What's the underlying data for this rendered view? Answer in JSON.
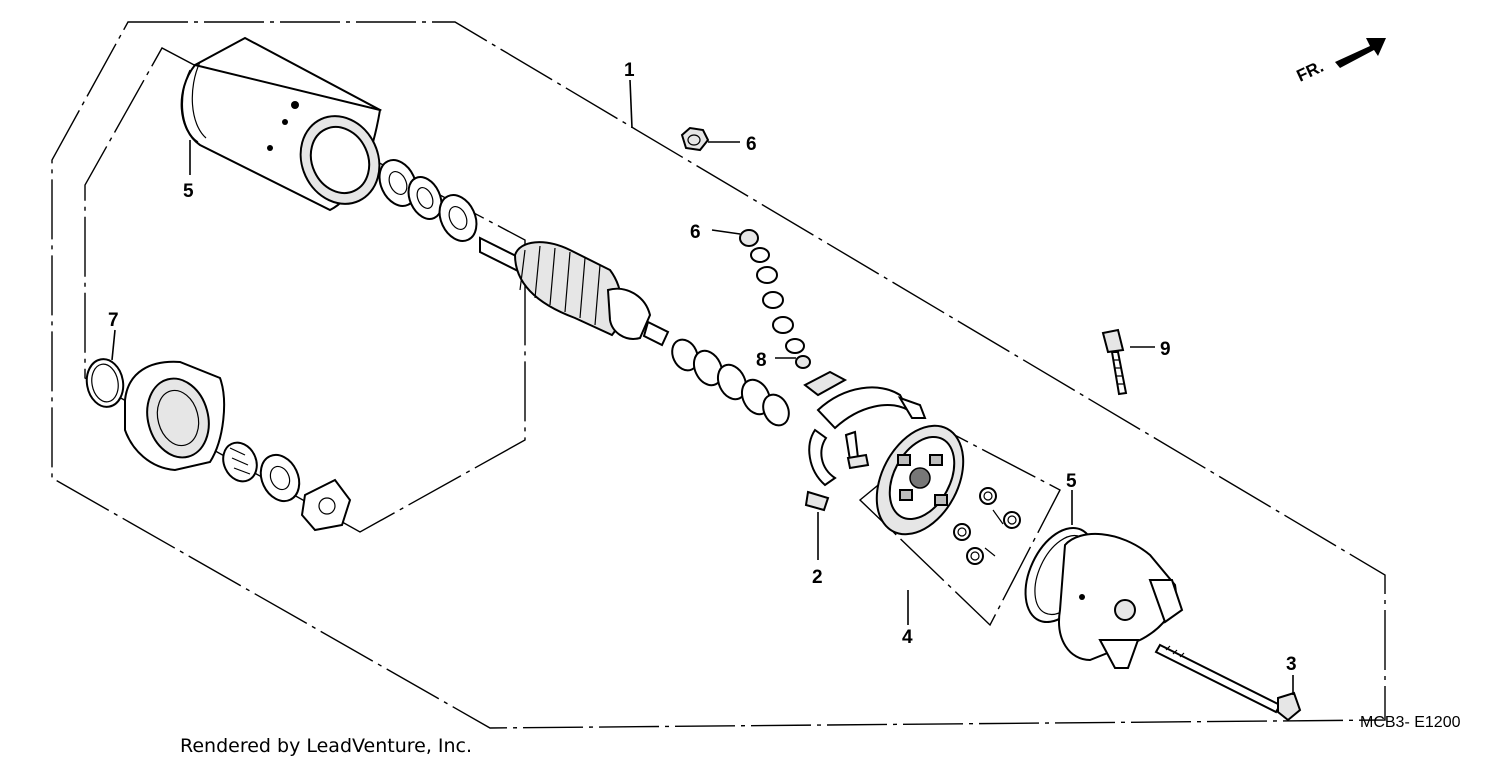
{
  "diagram": {
    "callouts": [
      {
        "id": "1",
        "label": "1"
      },
      {
        "id": "2",
        "label": "2"
      },
      {
        "id": "3",
        "label": "3"
      },
      {
        "id": "4",
        "label": "4"
      },
      {
        "id": "5a",
        "label": "5"
      },
      {
        "id": "5b",
        "label": "5"
      },
      {
        "id": "6a",
        "label": "6"
      },
      {
        "id": "6b",
        "label": "6"
      },
      {
        "id": "7",
        "label": "7"
      },
      {
        "id": "8",
        "label": "8"
      },
      {
        "id": "9",
        "label": "9"
      }
    ],
    "direction_label": "FR.",
    "diagram_code": "MCB3- E1200",
    "credit": "Rendered by LeadVenture, Inc."
  }
}
